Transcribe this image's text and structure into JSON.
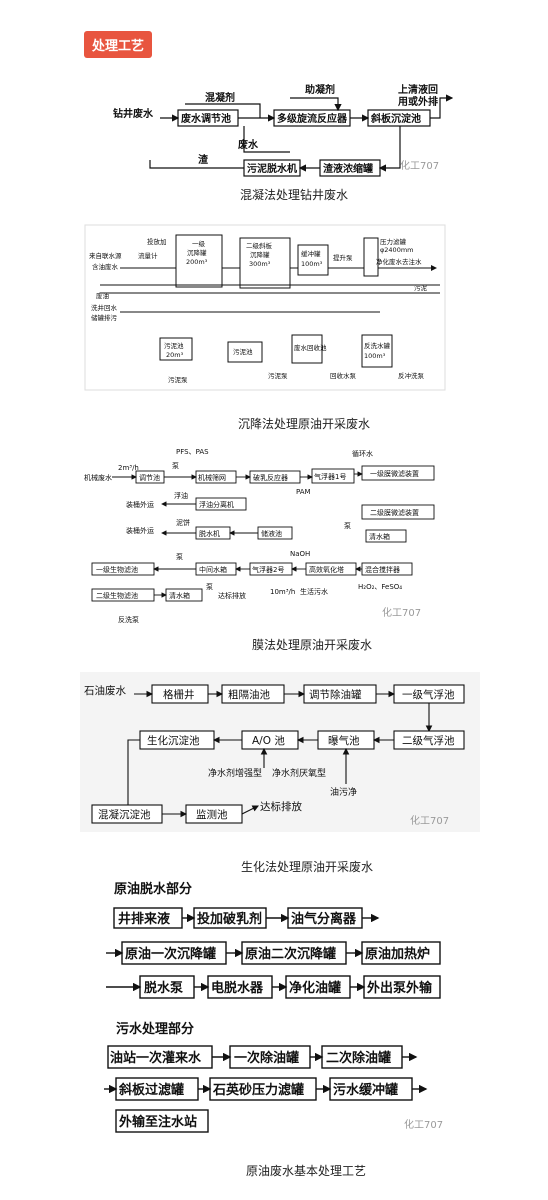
{
  "header": {
    "badge": "处理工艺"
  },
  "watermark": "化工707",
  "fig1": {
    "caption": "混凝法处理钻井废水",
    "labels": {
      "coagulant": "混凝剂",
      "aid": "助凝剂",
      "clear": "上清液回",
      "clear2": "用或外排",
      "source": "钻井废水",
      "tank": "废水调节池",
      "reactor": "多级旋流反应器",
      "settler": "斜板沉淀池",
      "water": "废水",
      "sludge": "渣",
      "dewater": "污泥脱水机",
      "thick": "渣液浓缩罐"
    }
  },
  "fig2": {
    "caption": "沉降法处理原油开采废水",
    "labels": {
      "s1": "来自联水源",
      "s2": "含油废水",
      "meter": "流量计",
      "dose": "投放加",
      "t1a": "一级",
      "t1b": "沉降罐",
      "t1c": "200m³",
      "t2a": "二级斜板",
      "t2b": "沉降罐",
      "t2c": "300m³",
      "buf": "缓冲罐",
      "bufv": "100m³",
      "pump": "提升泵",
      "filt": "压力滤罐",
      "out": "净化废水去注水",
      "outd": "φ2400mm",
      "sewage": "污泥",
      "oil": "废油",
      "well": "洗井回水",
      "drain": "储罐排污",
      "pit": "污泥池",
      "pitv": "20m³",
      "pit2": "污泥池",
      "rec": "废水回收池",
      "backt": "反洗水罐",
      "backv": "100m³",
      "pumpA": "污泥泵",
      "pumpB": "污泥泵",
      "pumpC": "回收水泵",
      "pumpD": "反冲洗泵"
    }
  },
  "fig3": {
    "caption": "膜法处理原油开采废水",
    "labels": {
      "src": "机械废水",
      "flow": "2m³/h",
      "chem": "PFS、PAS",
      "pump1": "泵",
      "adj": "调节池",
      "screen": "机械筛网",
      "demul": "破乳反应器",
      "float1": "气浮器1号",
      "cool": "循环水",
      "m1": "一级膜微滤装置",
      "m2": "二级膜微滤装置",
      "oil": "浮油",
      "sep": "浮油分离机",
      "ship": "装桶外运",
      "pam": "PAM",
      "mud": "泥饼",
      "dew": "脱水机",
      "ship2": "装桶外运",
      "store": "储液池",
      "pump2": "泵",
      "clean": "清水箱",
      "naoh": "NaOH",
      "pump3": "泵",
      "bio1": "一级生物滤池",
      "mid": "中间水箱",
      "float2": "气浮器2号",
      "oxid": "高效氧化塔",
      "mixer": "混合搅拌器",
      "h2o2": "H₂O₂、FeSO₄",
      "bio2": "二级生物滤池",
      "clear": "清水箱",
      "pump4": "泵",
      "std": "达标排放",
      "flow2": "10m³/h",
      "life": "生活污水",
      "back": "反洗泵"
    }
  },
  "fig4": {
    "caption": "生化法处理原油开采废水",
    "labels": {
      "src": "石油废水",
      "screen": "格栅井",
      "coarse": "粗隔油池",
      "adj": "调节除油罐",
      "float": "一级气浮池",
      "float2": "二级气浮池",
      "aer": "曝气池",
      "ao": "A/O 池",
      "bio": "生化沉淀池",
      "mix": "混凝沉淀池",
      "mon": "监测池",
      "std": "达标排放",
      "agent1": "净水剂增强型",
      "agent2": "净水剂厌氧型",
      "oil": "油污净"
    }
  },
  "fig5": {
    "caption": "原油废水基本处理工艺",
    "sec1": "原油脱水部分",
    "sec2": "污水处理部分",
    "row1": [
      "井排来液",
      "投加破乳剂",
      "油气分离器"
    ],
    "row2": [
      "原油一次沉降罐",
      "原油二次沉降罐",
      "原油加热炉"
    ],
    "row3": [
      "脱水泵",
      "电脱水器",
      "净化油罐",
      "外出泵外输"
    ],
    "row4": [
      "油站一次灌来水",
      "一次除油罐",
      "二次除油罐"
    ],
    "row5": [
      "斜板过滤罐",
      "石英砂压力滤罐",
      "污水缓冲罐"
    ],
    "row6": [
      "外输至注水站"
    ]
  }
}
